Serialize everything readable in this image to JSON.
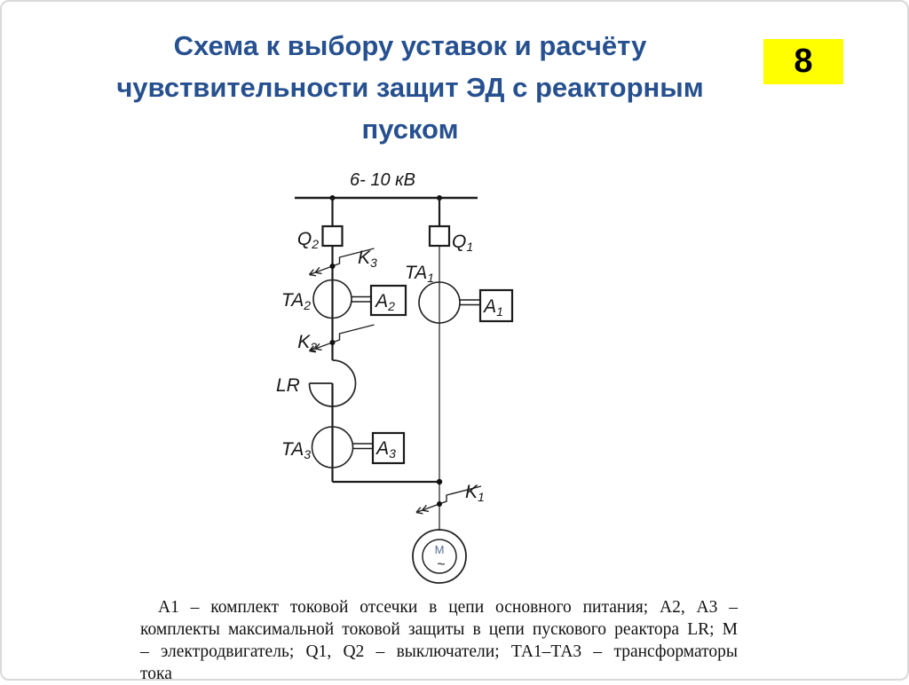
{
  "slide": {
    "title_lines": [
      "Схема к выбору уставок и расчёту",
      "чувствительности защит ЭД с реакторным",
      "пуском"
    ],
    "page_number": "8"
  },
  "colors": {
    "title_text": "#26508F",
    "badge_bg": "#FFFF00",
    "badge_text": "#000000",
    "diagram_line": "#1C1C1C",
    "feeder_line_gray": "#757575",
    "motor_letter": "#5A6B94"
  },
  "diagram": {
    "bus_voltage_label": "6- 10 кВ",
    "labels": {
      "q2": {
        "m": "Q",
        "s": "2"
      },
      "q1": {
        "m": "Q",
        "s": "1"
      },
      "k3": {
        "m": "K",
        "s": "3"
      },
      "k2": {
        "m": "K",
        "s": "2"
      },
      "k1": {
        "m": "K",
        "s": "1"
      },
      "ta2": {
        "m": "TA",
        "s": "2"
      },
      "ta1": {
        "m": "TA",
        "s": "1"
      },
      "ta3": {
        "m": "TA",
        "s": "3"
      },
      "a2": {
        "m": "A",
        "s": "2"
      },
      "a1": {
        "m": "A",
        "s": "1"
      },
      "a3": {
        "m": "A",
        "s": "3"
      },
      "lr": "LR",
      "motor": {
        "m": "M",
        "wave": "~"
      }
    }
  },
  "caption": {
    "lines": [
      "А1 – комплект токовой отсечки в цепи основного питания; А2, А3 –",
      "комплекты максимальной токовой защиты в цепи пускового реактора LR; М",
      "– электродвигатель; Q1, Q2 – выключатели; ТА1–ТА3 – трансформаторы",
      "тока"
    ]
  }
}
